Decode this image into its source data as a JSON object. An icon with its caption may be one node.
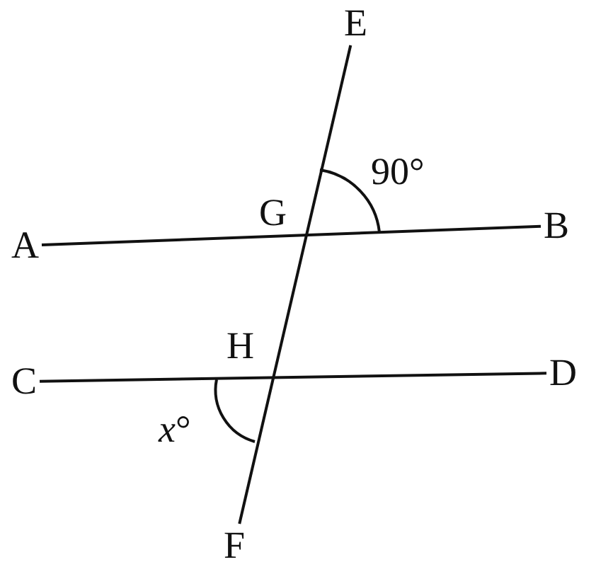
{
  "diagram": {
    "nodes": [
      {
        "text": [
          "E"
        ]
      },
      {
        "text": [
          "A"
        ]
      },
      {
        "text": [
          "B"
        ]
      },
      {
        "text": [
          "C"
        ]
      },
      {
        "text": [
          "D"
        ]
      },
      {
        "text": [
          "F"
        ]
      }
    ],
    "edges": [
      {
        "from": 1,
        "to": 2,
        "arrow": "none"
      },
      {
        "from": 3,
        "to": 4,
        "arrow": "none"
      },
      {
        "from": 0,
        "to": 5,
        "arrow": "none"
      }
    ],
    "labels": [
      "G",
      "90°",
      "H",
      "*x*°"
    ]
  }
}
